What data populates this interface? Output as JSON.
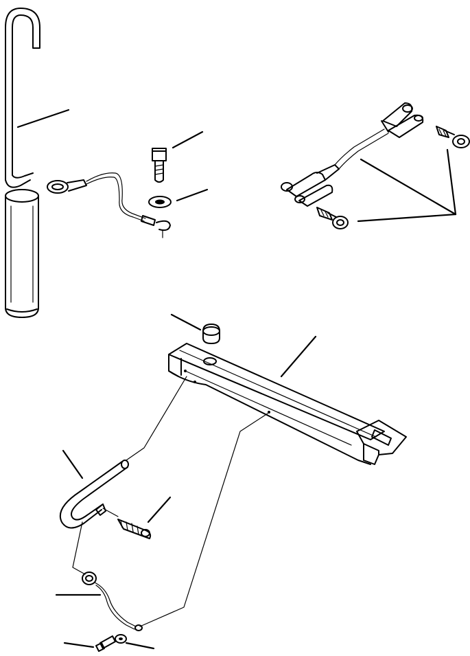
{
  "figure": {
    "background": "#ffffff",
    "ink": "#000000",
    "parts": [
      "pin-with-hook-handle",
      "cap-and-lanyard-cable",
      "bolt",
      "washer",
      "snap-ring",
      "clevis-pin-assembly",
      "eye-bolts",
      "cap-plug",
      "drawbar-frame",
      "hook-pin",
      "spring-clip",
      "lanyard-ring",
      "small-bolt",
      "small-washer"
    ]
  }
}
